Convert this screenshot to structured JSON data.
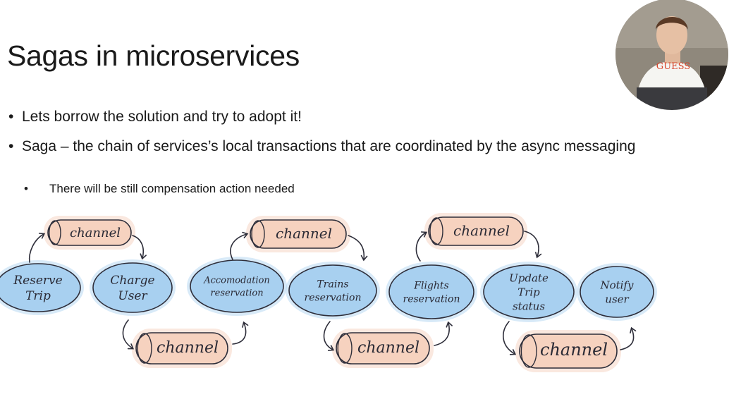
{
  "slide": {
    "title": "Sagas in microservices",
    "bullets": [
      "Lets borrow the solution and try to adopt it!",
      "Saga – the chain of services’s local transactions that are coordinated by the async messaging"
    ],
    "sub_bullet": "There will be still compensation action needed"
  },
  "diagram": {
    "nodes": [
      [
        "Reserve",
        "Trip"
      ],
      [
        "Charge",
        "User"
      ],
      [
        "Accomodation",
        "reservation"
      ],
      [
        "Trains",
        "reservation"
      ],
      [
        "Flights",
        "reservation"
      ],
      [
        "Update",
        "Trip",
        "status"
      ],
      [
        "Notify",
        "user"
      ]
    ],
    "channel_label": "channel",
    "colors": {
      "node_fill": "#a8d0f0",
      "node_stroke": "#2e2e3a",
      "channel_fill": "#f6d2bf",
      "channel_stroke": "#2e2e3a"
    }
  },
  "webcam": {
    "shirt_text": "GUESS"
  }
}
